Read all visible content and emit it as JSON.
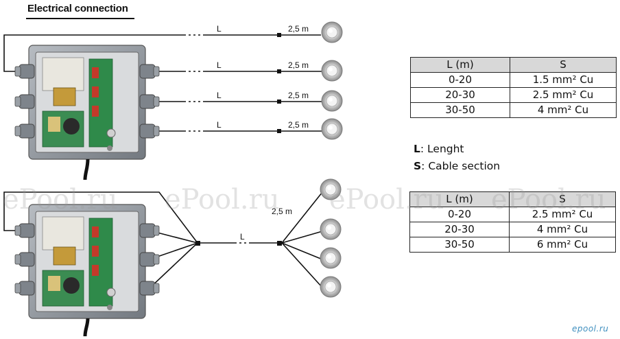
{
  "title": "Electrical connection",
  "wire_labels": {
    "length": "L",
    "tail": "2,5 m"
  },
  "table_top": {
    "headers": [
      "L (m)",
      "S"
    ],
    "rows": [
      [
        "0-20",
        "1.5 mm² Cu"
      ],
      [
        "20-30",
        "2.5 mm² Cu"
      ],
      [
        "30-50",
        "4 mm² Cu"
      ]
    ]
  },
  "table_bottom": {
    "headers": [
      "L (m)",
      "S"
    ],
    "rows": [
      [
        "0-20",
        "2.5 mm² Cu"
      ],
      [
        "20-30",
        "4 mm² Cu"
      ],
      [
        "30-50",
        "6 mm² Cu"
      ]
    ]
  },
  "legend": {
    "l_key": "L",
    "l_text": ": Lenght",
    "s_key": "S",
    "s_text": ": Cable section"
  },
  "watermark": "ePool.ru",
  "brand": "epool.ru",
  "colors": {
    "wire": "#111111",
    "box": "#8a8f95",
    "table_header": "#d8d8d8",
    "brand": "#3f8fbf"
  }
}
